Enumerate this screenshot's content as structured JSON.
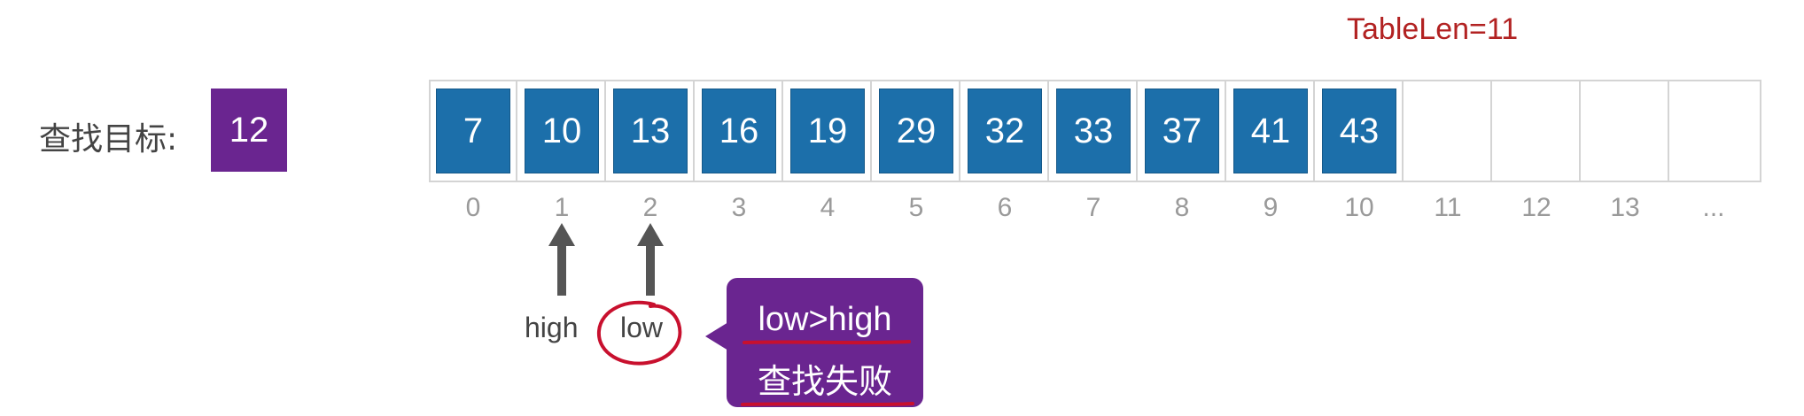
{
  "table_len": "TableLen=11",
  "target": {
    "label": "查找目标:",
    "value": "12"
  },
  "array": {
    "values": [
      "7",
      "10",
      "13",
      "16",
      "19",
      "29",
      "32",
      "33",
      "37",
      "41",
      "43",
      "",
      "",
      "",
      ""
    ],
    "indices": [
      "0",
      "1",
      "2",
      "3",
      "4",
      "5",
      "6",
      "7",
      "8",
      "9",
      "10",
      "11",
      "12",
      "13",
      "..."
    ]
  },
  "pointers": {
    "high": {
      "label": "high",
      "index": 1
    },
    "low": {
      "label": "low",
      "index": 2
    }
  },
  "callout": {
    "line1": "low>high",
    "line2": "查找失败"
  },
  "colors": {
    "cell_fill": "#1c6faa",
    "target_fill": "#6a2590",
    "callout_fill": "#6a2590",
    "annotation_red": "#c8102e",
    "table_len_text": "#b22222",
    "arrow": "#555555"
  }
}
